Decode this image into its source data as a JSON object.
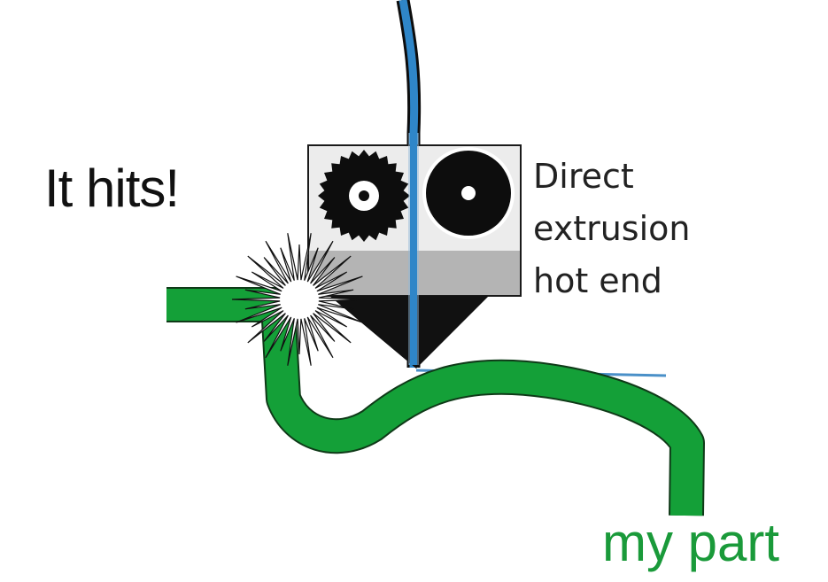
{
  "labels": {
    "collision": "It hits!",
    "hot_end": "Direct\nextrusion\nhot end",
    "part": "my part"
  },
  "icons": {
    "gears": "extruder-gear-icon",
    "collision": "starburst-icon"
  },
  "colors": {
    "filament": "#2f86c8",
    "part": "#14a038",
    "part_label": "#1a9a3a",
    "body": "#b4b4b4",
    "nozzle": "#111111"
  }
}
